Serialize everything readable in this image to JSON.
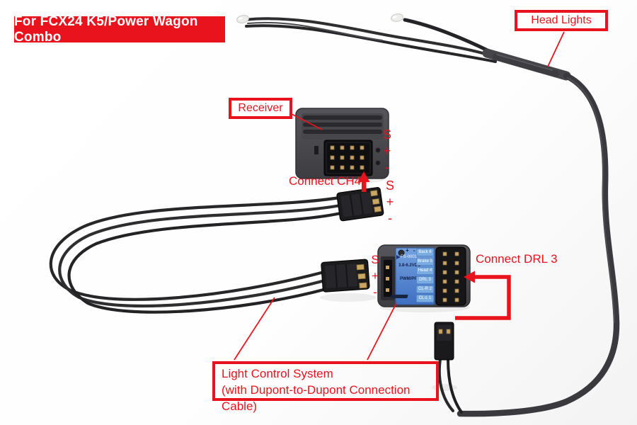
{
  "banner": {
    "label": "For FCX24 K5/Power Wagon Combo"
  },
  "callouts": {
    "head_lights": "Head Lights",
    "receiver": "Receiver",
    "connect_ch4": "Connect CH4",
    "connect_drl3": "Connect DRL 3",
    "light_control_line1": "Light Control System",
    "light_control_line2": "(with Dupont-to-Dupont Connection Cable)"
  },
  "pin_markings": {
    "signal": "S",
    "positive": "+",
    "negative": "-"
  },
  "module_sticker": {
    "power_marks": "+ -",
    "model": "FS-0001",
    "voltage": "3.8-6.2VDC",
    "signal_type": "PWM/PPM",
    "channels": [
      "Back 6",
      "Brake 5",
      "Head 4",
      "DRL 3",
      "CL-R 2",
      "CL-L 1"
    ]
  },
  "colors": {
    "accent_red": "#e8131c"
  }
}
